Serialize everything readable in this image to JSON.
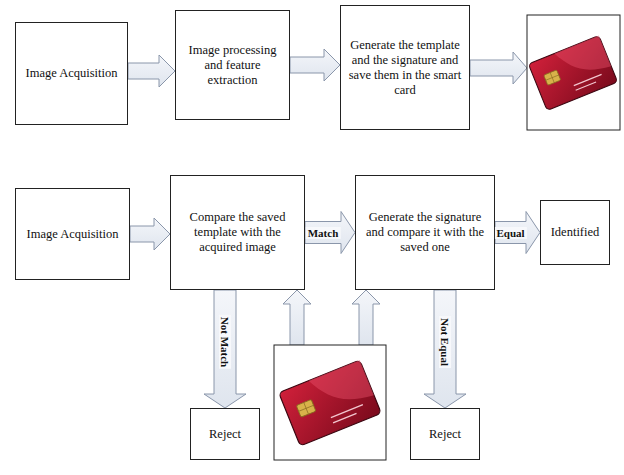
{
  "diagram": {
    "nodes": [
      {
        "text": [
          "Image Acquisition"
        ]
      },
      {
        "text": [
          "Image processing and feature extraction"
        ]
      },
      {
        "text": [
          "Generate the template and the signature and save them in the smart card"
        ]
      },
      {
        "text": [
          "Image Acquisition"
        ]
      },
      {
        "text": [
          "Compare the saved template with the acquired image"
        ]
      },
      {
        "text": [
          "Generate the signature and compare it with the saved one"
        ]
      },
      {
        "text": [
          "Identified"
        ]
      },
      {
        "text": [
          "Reject"
        ]
      },
      {
        "text": [
          "Reject"
        ]
      }
    ],
    "edges": [
      {
        "from": 0,
        "to": 1,
        "arrow": "to"
      },
      {
        "from": 1,
        "to": 2,
        "arrow": "to"
      },
      {
        "from": 3,
        "to": 4,
        "arrow": "to"
      },
      {
        "from": 4,
        "to": 5,
        "label": "Match",
        "arrow": "to"
      },
      {
        "from": 5,
        "to": 6,
        "label": "Equal",
        "arrow": "to"
      },
      {
        "from": 4,
        "to": 7,
        "label": "Not Match",
        "arrow": "to"
      },
      {
        "from": 5,
        "to": 8,
        "label": "Not Equal",
        "arrow": "to"
      }
    ]
  }
}
